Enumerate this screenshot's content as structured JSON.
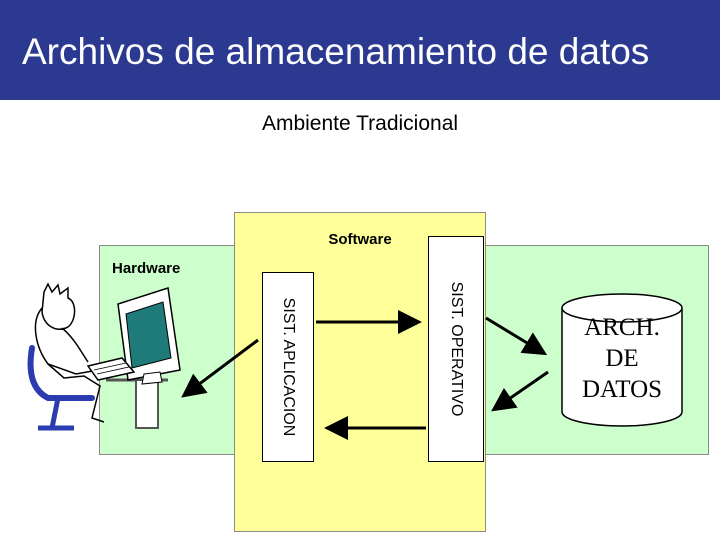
{
  "slide": {
    "title": "Archivos de almacenamiento de datos",
    "subtitle": "Ambiente Tradicional"
  },
  "diagram": {
    "hardware_label": "Hardware",
    "software_label": "Software",
    "app_layer": "SIST. APLICACION",
    "os_layer": "SIST. OPERATIVO",
    "data_store": [
      "ARCH.",
      "DE",
      "DATOS"
    ]
  },
  "colors": {
    "title_bar": "#2b3990",
    "hardware_fill": "#ccffcc",
    "software_fill": "#ffff99",
    "monitor_screen": "#1f7a7a",
    "person_chair": "#2b3bb0"
  },
  "icons": [
    "person-at-computer-icon",
    "database-cylinder-icon"
  ]
}
